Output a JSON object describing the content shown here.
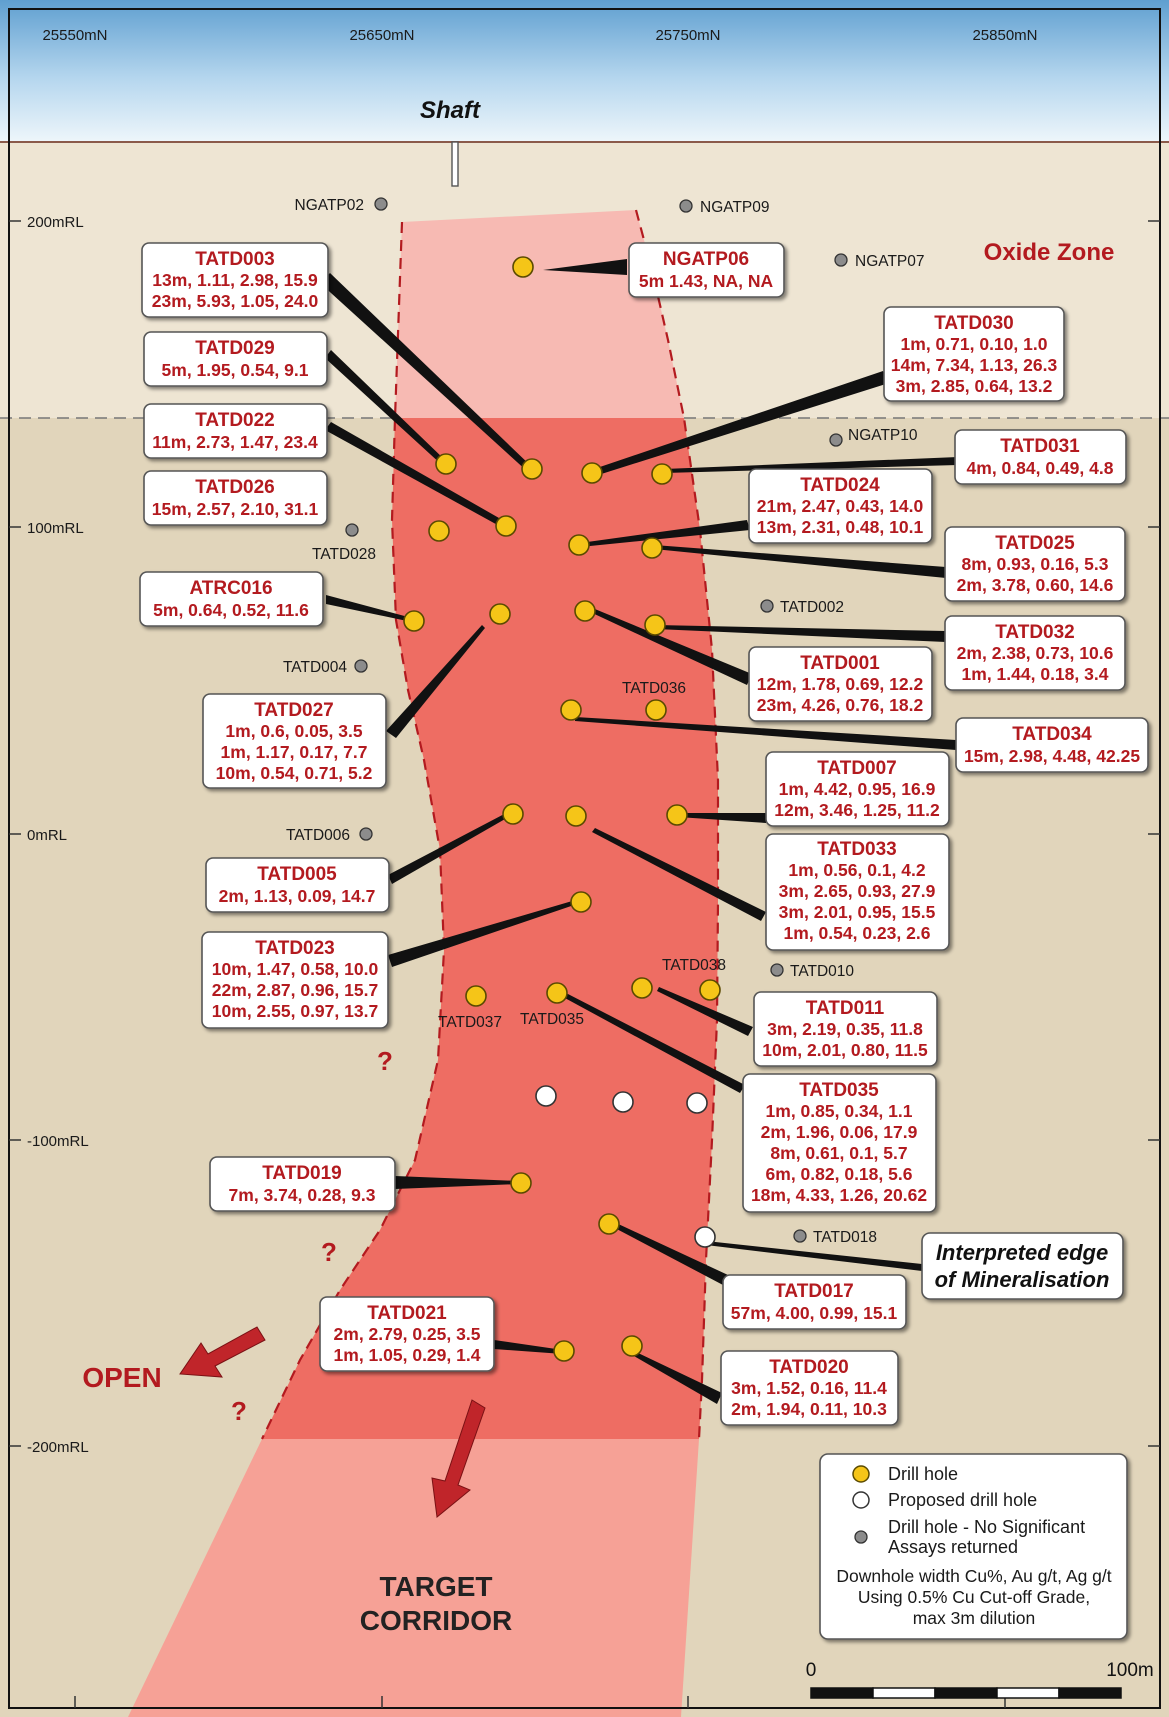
{
  "title": "Shaft",
  "northings": [
    "25550mN",
    "25650mN",
    "25750mN",
    "25850mN"
  ],
  "rls": [
    "200mRL",
    "100mRL",
    "0mRL",
    "-100mRL",
    "-200mRL"
  ],
  "zone_label": "Oxide Zone",
  "open_label": "OPEN",
  "target_label": [
    "TARGET",
    "CORRIDOR"
  ],
  "edge_label": [
    "Interpreted edge",
    "of Mineralisation"
  ],
  "question_mark": "?",
  "colors": {
    "sky_top": "#6aa9d6",
    "ground": "#eee5d2",
    "oxide_band": "#e2d6bd",
    "zone_oxide": "#f6b9b3",
    "zone_main": "#ef6e63",
    "target": "#f59a8c",
    "accent": "#b31a1f",
    "drill_hole": "#f5c518",
    "nsa_hole": "#8c8c8c"
  },
  "boxes": [
    {
      "id": "TATD003",
      "lines": [
        "13m, 1.11, 2.98, 15.9",
        "23m, 5.93, 1.05, 24.0"
      ]
    },
    {
      "id": "NGATP06",
      "lines": [
        "5m 1.43, NA, NA"
      ]
    },
    {
      "id": "TATD029",
      "lines": [
        "5m, 1.95, 0.54, 9.1"
      ]
    },
    {
      "id": "TATD030",
      "lines": [
        "1m, 0.71, 0.10, 1.0",
        "14m, 7.34, 1.13, 26.3",
        "3m, 2.85, 0.64, 13.2"
      ]
    },
    {
      "id": "TATD022",
      "lines": [
        "11m, 2.73, 1.47, 23.4"
      ]
    },
    {
      "id": "TATD031",
      "lines": [
        "4m, 0.84, 0.49, 4.8"
      ]
    },
    {
      "id": "TATD026",
      "lines": [
        "15m, 2.57, 2.10, 31.1"
      ]
    },
    {
      "id": "TATD024",
      "lines": [
        "21m, 2.47, 0.43, 14.0",
        "13m, 2.31, 0.48, 10.1"
      ]
    },
    {
      "id": "TATD025",
      "lines": [
        "8m, 0.93, 0.16, 5.3",
        "2m, 3.78, 0.60, 14.6"
      ]
    },
    {
      "id": "ATRC016",
      "lines": [
        "5m, 0.64, 0.52, 11.6"
      ]
    },
    {
      "id": "TATD032",
      "lines": [
        "2m, 2.38, 0.73, 10.6",
        "1m, 1.44, 0.18, 3.4"
      ]
    },
    {
      "id": "TATD001",
      "lines": [
        "12m, 1.78, 0.69, 12.2",
        "23m, 4.26, 0.76, 18.2"
      ]
    },
    {
      "id": "TATD027",
      "lines": [
        "1m, 0.6, 0.05, 3.5",
        "1m, 1.17, 0.17, 7.7",
        "10m, 0.54, 0.71, 5.2"
      ]
    },
    {
      "id": "TATD034",
      "lines": [
        "15m, 2.98, 4.48, 42.25"
      ]
    },
    {
      "id": "TATD007",
      "lines": [
        "1m, 4.42, 0.95, 16.9",
        "12m, 3.46, 1.25, 11.2"
      ]
    },
    {
      "id": "TATD033",
      "lines": [
        "1m, 0.56, 0.1, 4.2",
        "3m, 2.65, 0.93, 27.9",
        "3m, 2.01, 0.95, 15.5",
        "1m, 0.54, 0.23, 2.6"
      ]
    },
    {
      "id": "TATD005",
      "lines": [
        "2m, 1.13, 0.09, 14.7"
      ]
    },
    {
      "id": "TATD023",
      "lines": [
        "10m, 1.47, 0.58, 10.0",
        "22m, 2.87, 0.96, 15.7",
        "10m, 2.55, 0.97, 13.7"
      ]
    },
    {
      "id": "TATD011",
      "lines": [
        "3m, 2.19, 0.35, 11.8",
        "10m, 2.01, 0.80, 11.5"
      ]
    },
    {
      "id": "TATD035",
      "lines": [
        "1m, 0.85, 0.34, 1.1",
        "2m, 1.96, 0.06, 17.9",
        "8m, 0.61, 0.1, 5.7",
        "6m, 0.82, 0.18, 5.6",
        "18m, 4.33, 1.26, 20.62"
      ]
    },
    {
      "id": "TATD019",
      "lines": [
        "7m, 3.74, 0.28, 9.3"
      ]
    },
    {
      "id": "TATD017",
      "lines": [
        "57m, 4.00, 0.99, 15.1"
      ]
    },
    {
      "id": "TATD021",
      "lines": [
        "2m, 2.79, 0.25, 3.5",
        "1m, 1.05, 0.29, 1.4"
      ]
    },
    {
      "id": "TATD020",
      "lines": [
        "3m, 1.52, 0.16, 11.4",
        "2m, 1.94, 0.11, 10.3"
      ]
    }
  ],
  "hole_names": [
    "NGATP02",
    "NGATP09",
    "NGATP07",
    "NGATP10",
    "TATD028",
    "TATD002",
    "TATD004",
    "TATD036",
    "TATD006",
    "TATD038",
    "TATD010",
    "TATD037",
    "TATD035",
    "TATD018"
  ],
  "legend": {
    "items": [
      "Drill hole",
      "Proposed drill hole",
      "Drill hole - No Significant",
      "Assays returned"
    ],
    "notes": [
      "Downhole width Cu%, Au g/t, Ag g/t",
      "Using 0.5% Cu Cut-off Grade,",
      "max 3m dilution"
    ]
  },
  "scale": {
    "start": "0",
    "end": "100m"
  }
}
